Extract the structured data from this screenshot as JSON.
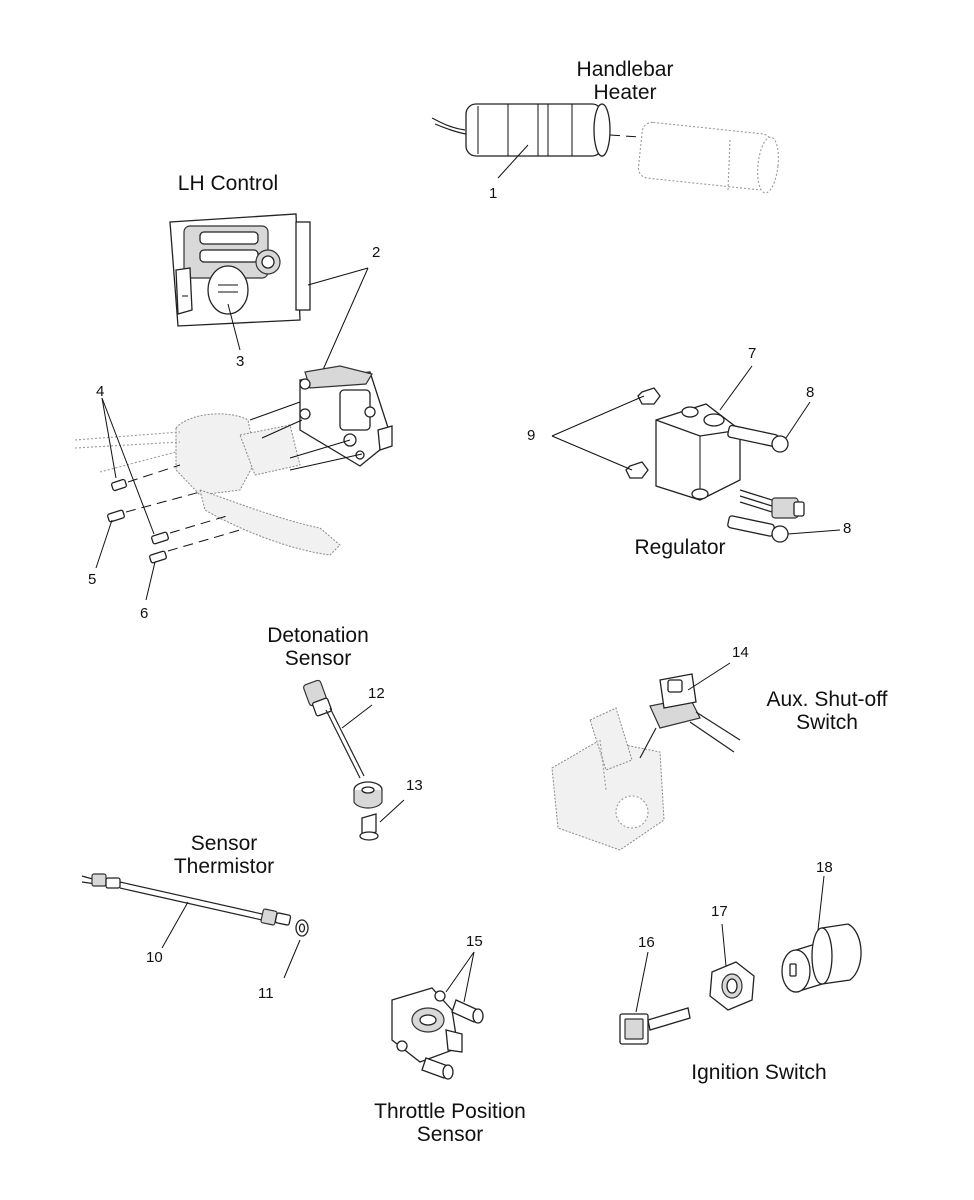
{
  "labels": {
    "handlebar_heater": [
      "Handlebar",
      "Heater"
    ],
    "lh_control": [
      "LH Control"
    ],
    "regulator": [
      "Regulator"
    ],
    "detonation_sensor": [
      "Detonation",
      "Sensor"
    ],
    "aux_shutoff_switch": [
      "Aux. Shut-off",
      "Switch"
    ],
    "sensor_thermistor": [
      "Sensor",
      "Thermistor"
    ],
    "ignition_switch": [
      "Ignition Switch"
    ],
    "throttle_position_sensor": [
      "Throttle Position",
      "Sensor"
    ]
  },
  "callouts": {
    "c1": "1",
    "c2": "2",
    "c3": "3",
    "c4": "4",
    "c5": "5",
    "c6": "6",
    "c7": "7",
    "c8a": "8",
    "c8b": "8",
    "c9": "9",
    "c10": "10",
    "c11": "11",
    "c12": "12",
    "c13": "13",
    "c14": "14",
    "c15": "15",
    "c16": "16",
    "c17": "17",
    "c18": "18"
  },
  "colors": {
    "line": "#111111",
    "ghost": "#9a9a9a",
    "fill_gray": "#d8d8d8"
  }
}
